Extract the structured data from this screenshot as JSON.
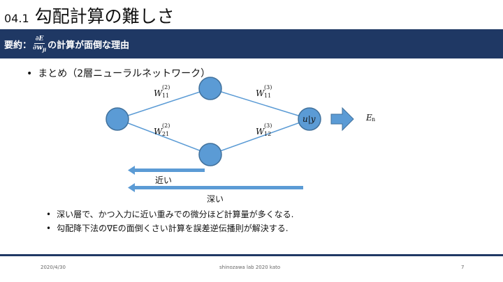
{
  "header": {
    "section_number": "04.1",
    "title": "勾配計算の難しさ"
  },
  "banner": {
    "prefix": "要約：",
    "frac_num": "∂E",
    "frac_den": "∂w",
    "frac_den_sub": "ji",
    "suffix": "の計算が面倒な理由"
  },
  "summary": {
    "bullet": "•",
    "text": "まとめ（2層ニューラルネットワーク）"
  },
  "diagram": {
    "weights": [
      {
        "base": "W",
        "sup": "(2)",
        "sub": "11"
      },
      {
        "base": "W",
        "sup": "(2)",
        "sub": "21"
      },
      {
        "base": "W",
        "sup": "(3)",
        "sub": "11"
      },
      {
        "base": "W",
        "sup": "(3)",
        "sub": "12"
      }
    ],
    "output_node_label": "u|y",
    "error_label": "E",
    "error_sub": "n",
    "near_label": "近い",
    "deep_label": "深い",
    "node_color": "#5b9bd5",
    "node_stroke": "#41719c",
    "arrow_color": "#5b9bd5"
  },
  "notes": [
    "深い層で、かつ入力に近い重みでの微分ほど計算量が多くなる.",
    "勾配降下法の∇Eの面倒くさい計算を誤差逆伝播則が解決する."
  ],
  "notes_bullet": "•",
  "footer": {
    "date": "2020/4/30",
    "center": "shinozawa lab 2020 kato",
    "page": "7"
  },
  "colors": {
    "banner": "#1f3864"
  }
}
